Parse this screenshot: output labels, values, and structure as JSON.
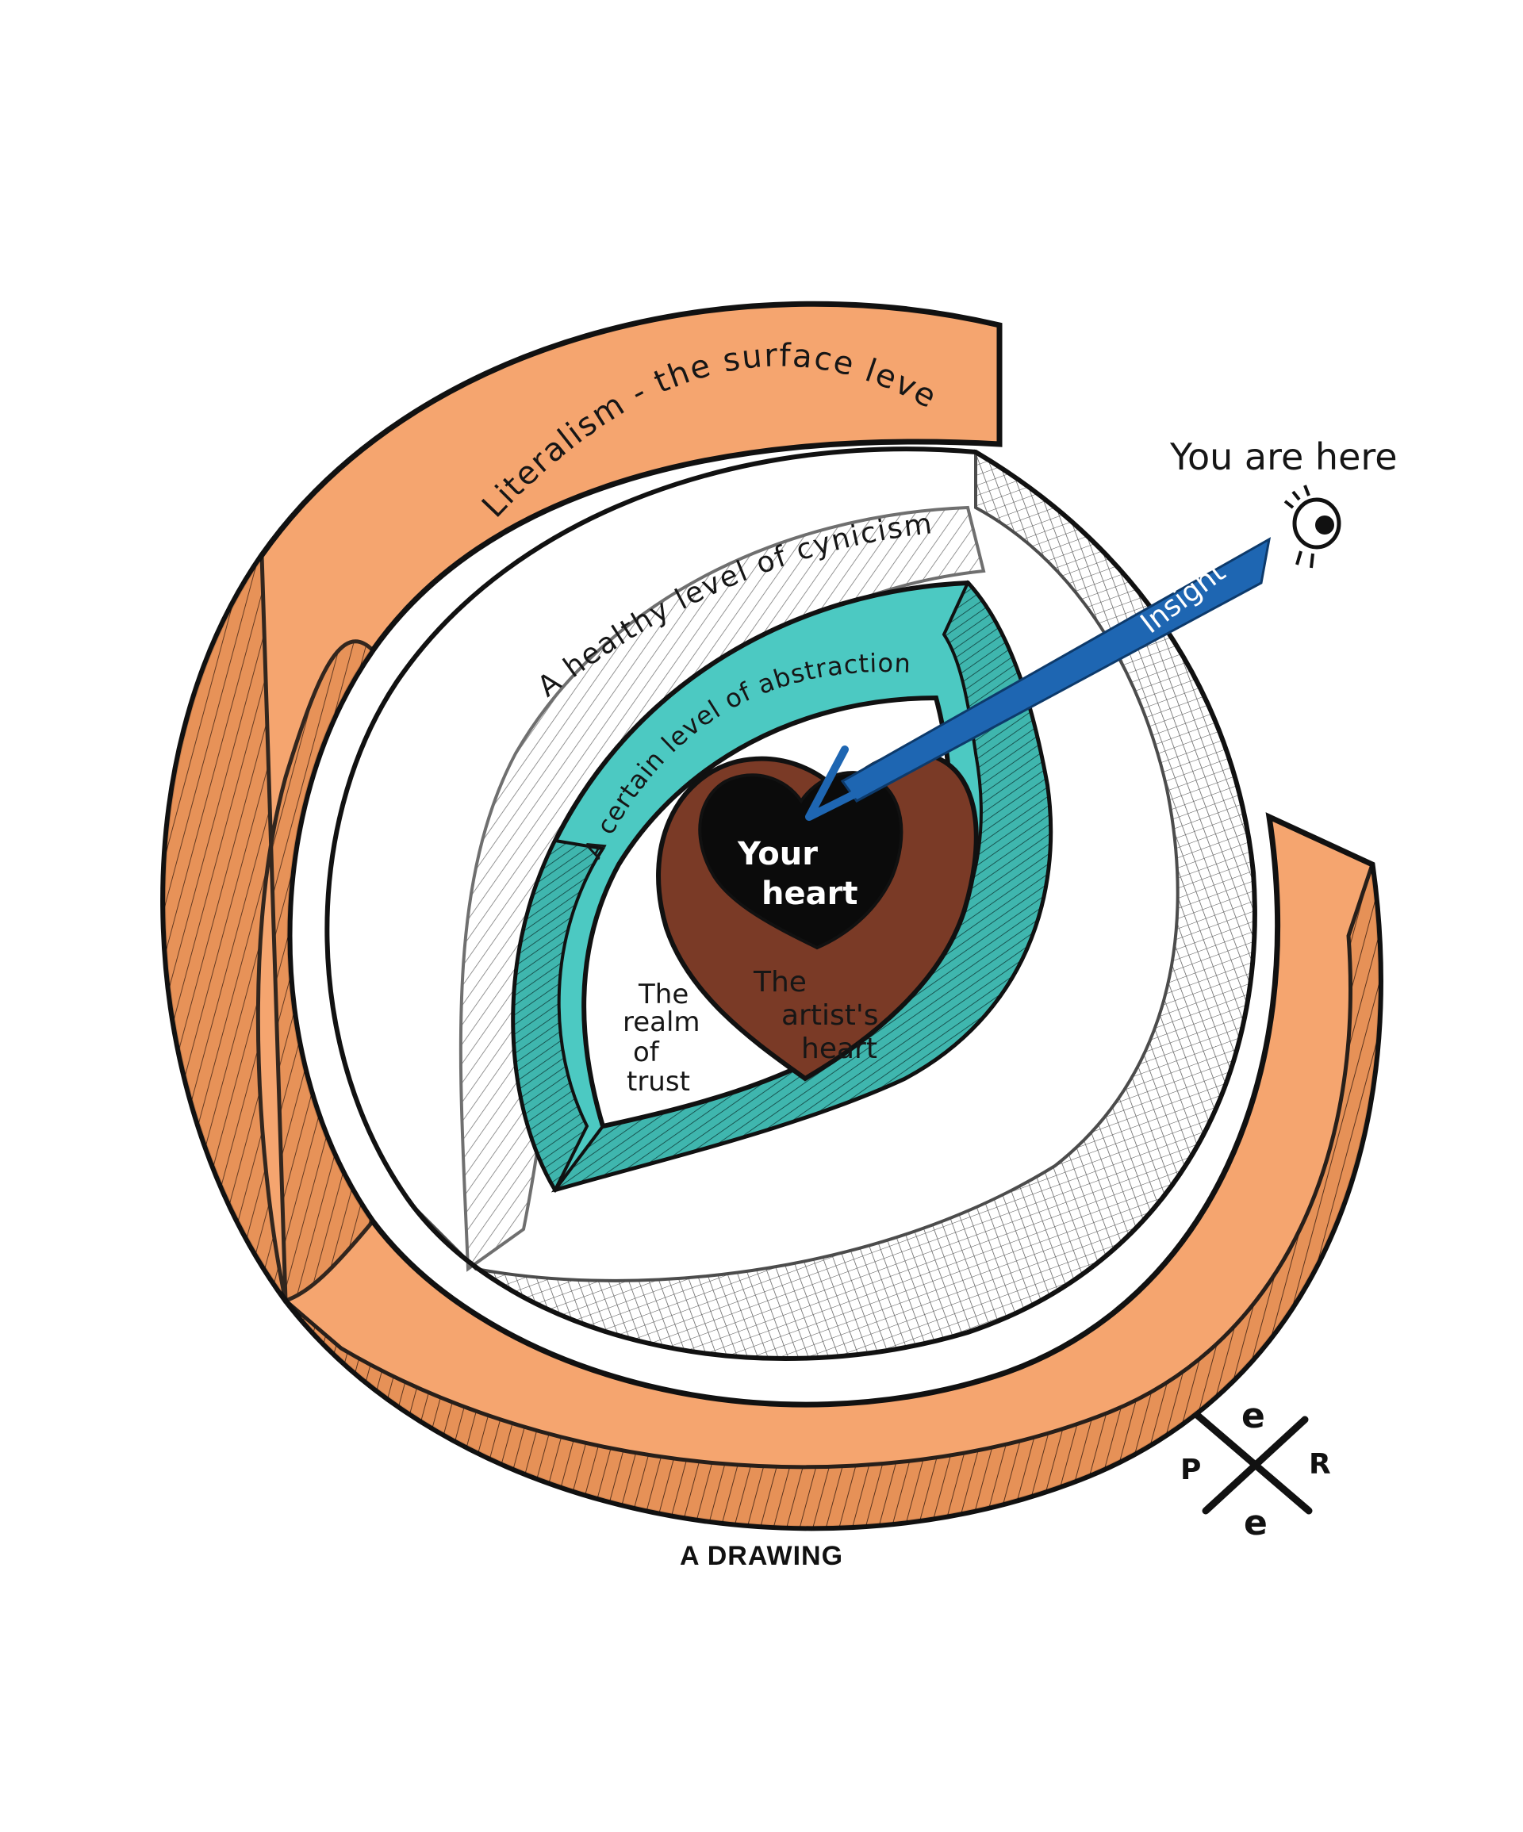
{
  "layers": {
    "surface": "Literalism - the surface level",
    "cynicism": "A healthy level of cynicism",
    "abstraction": "A certain level of abstraction",
    "trust": [
      "The",
      "realm",
      "of",
      "trust"
    ],
    "artist_heart": [
      "The",
      "artist's",
      "heart"
    ],
    "your_heart": [
      "Your",
      "heart"
    ]
  },
  "pointer": {
    "label": "You are here",
    "arrow_label": "Insight"
  },
  "signature": {
    "letters": [
      "e",
      "P",
      "R",
      "e"
    ]
  },
  "caption": "A DRAWING",
  "colors": {
    "outer_shell": "#F5A56F",
    "middle_shell": "#FFFFFF",
    "inner_shell": "#4CC9C2",
    "artist_heart": "#7A3A26",
    "your_heart": "#0B0B0B",
    "insight_arrow": "#1E66B2"
  }
}
